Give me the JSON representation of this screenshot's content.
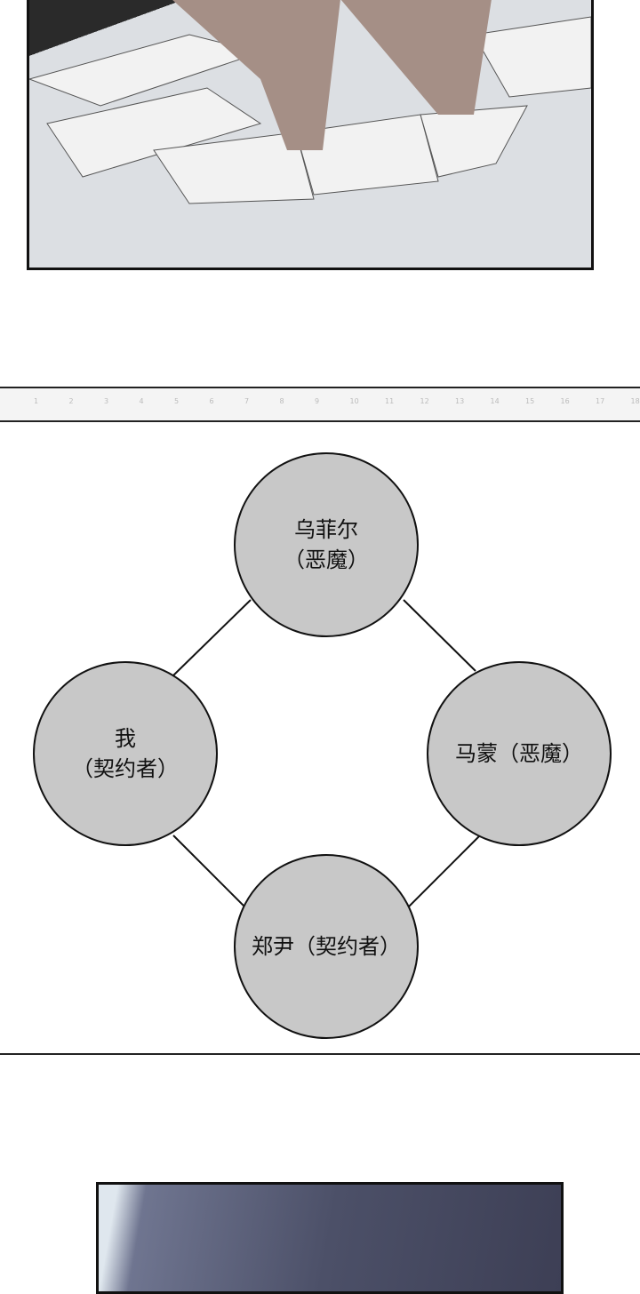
{
  "ruler": {
    "ticks": [
      "1",
      "2",
      "3",
      "4",
      "5",
      "6",
      "7",
      "8",
      "9",
      "10",
      "11",
      "12",
      "13",
      "14",
      "15",
      "16",
      "17",
      "18"
    ]
  },
  "diagram": {
    "nodes": [
      {
        "line1": "乌菲尔",
        "line2": "（恶魔）"
      },
      {
        "line1": "我",
        "line2": "（契约者）"
      },
      {
        "line1": "马蒙（恶魔）",
        "line2": ""
      },
      {
        "line1": "郑尹（契约者）",
        "line2": ""
      }
    ]
  }
}
